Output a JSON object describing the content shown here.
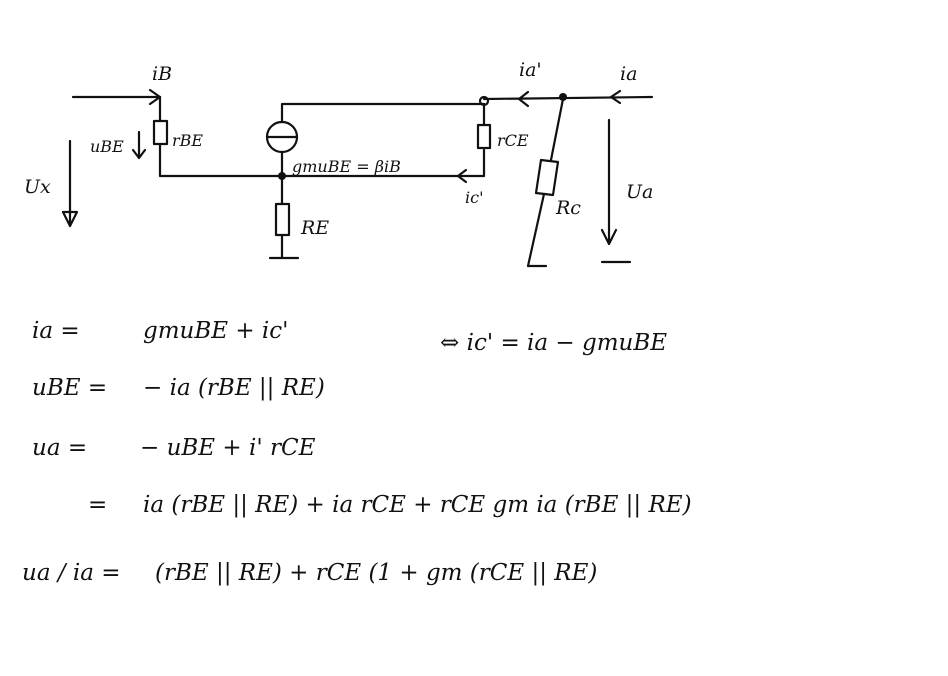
{
  "circuit": {
    "labels": {
      "i_b": "iB",
      "u_be": "uBE",
      "r_be": "rBE",
      "u_x": "Ux",
      "gm_source": "gmuBE = βiB",
      "r_e": "RE",
      "i_c_prime": "ic'",
      "r_ce": "rCE",
      "i_a_prime": "ia'",
      "i_a": "ia",
      "r_c": "Rc",
      "u_a": "Ua"
    }
  },
  "equations": [
    {
      "lhs": "ia =",
      "rhs": "gmuBE + ic'",
      "extra": "⇔  ic' = ia − gmuBE"
    },
    {
      "lhs": "uBE =",
      "rhs": "− ia (rBE || RE)",
      "extra": ""
    },
    {
      "lhs": "ua =",
      "rhs": "− uBE + i' rCE",
      "extra": ""
    },
    {
      "lhs": "=",
      "rhs": "ia (rBE || RE) + ia rCE + rCE gm ia (rBE || RE)",
      "extra": ""
    },
    {
      "lhs": "ua / ia =",
      "rhs": "(rBE || RE) + rCE (1 + gm (rCE || RE)",
      "extra": ""
    }
  ]
}
